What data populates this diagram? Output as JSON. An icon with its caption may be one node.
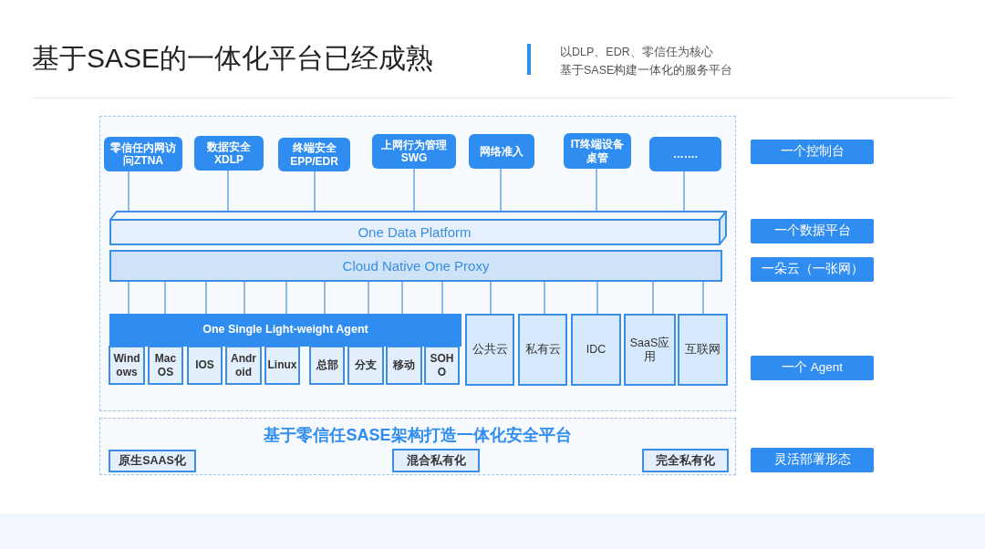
{
  "diagram": {
    "title": "基于SASE的一体化平台已经成熟",
    "nodes": [
      {
        "text": [],
        "shape": "box"
      },
      {
        "text": [
          "零信任内网访问ZTNA"
        ],
        "in": 0
      },
      {
        "text": [
          "数据安全 XDLP"
        ],
        "in": 0
      },
      {
        "text": [
          "终端安全 EPP/EDR"
        ],
        "in": 0
      },
      {
        "text": [
          "上网行为管理 SWG"
        ],
        "in": 0
      },
      {
        "text": [
          "网络准入"
        ],
        "in": 0
      },
      {
        "text": [
          "IT终端设备桌管"
        ],
        "in": 0
      },
      {
        "text": [
          "……."
        ],
        "in": 0
      },
      {
        "text": [
          "One Data Platform"
        ],
        "in": 0
      },
      {
        "text": [
          "Cloud Native One Proxy"
        ],
        "in": 0
      },
      {
        "text": [
          "One Single Light-weight Agent"
        ],
        "in": 0
      },
      {
        "text": [
          "Windows"
        ],
        "in": 10
      },
      {
        "text": [
          "Mac OS"
        ],
        "in": 10
      },
      {
        "text": [
          "IOS"
        ],
        "in": 10
      },
      {
        "text": [
          "Android"
        ],
        "in": 10
      },
      {
        "text": [
          "Linux"
        ],
        "in": 10
      },
      {
        "text": [
          "总部"
        ],
        "in": 10
      },
      {
        "text": [
          "分支"
        ],
        "in": 10
      },
      {
        "text": [
          "移动"
        ],
        "in": 10
      },
      {
        "text": [
          "SOHO"
        ],
        "in": 10
      },
      {
        "text": [
          "公共云"
        ],
        "in": 0
      },
      {
        "text": [
          "私有云"
        ],
        "in": 0
      },
      {
        "text": [
          "IDC"
        ],
        "in": 0
      },
      {
        "text": [
          "SaaS应用"
        ],
        "in": 0
      },
      {
        "text": [
          "互联网"
        ],
        "in": 0
      },
      {
        "text": [
          "基于零信任SASE架构打造一体化安全平台"
        ]
      },
      {
        "text": [
          "原生SAAS化"
        ],
        "in": 25
      },
      {
        "text": [
          "混合私有化"
        ],
        "in": 25
      },
      {
        "text": [
          "完全私有化"
        ],
        "in": 25
      },
      {
        "text": [
          "一个控制台"
        ]
      },
      {
        "text": [
          "一个数据平台"
        ]
      },
      {
        "text": [
          "一朵云（一张网）"
        ]
      },
      {
        "text": [
          "一个 Agent"
        ]
      },
      {
        "text": [
          "灵活部署形态"
        ]
      }
    ],
    "edges": [
      {
        "from": 1,
        "to": 8,
        "arrow": "none"
      },
      {
        "from": 2,
        "to": 8,
        "arrow": "none"
      },
      {
        "from": 3,
        "to": 8,
        "arrow": "none"
      },
      {
        "from": 4,
        "to": 8,
        "arrow": "none"
      },
      {
        "from": 5,
        "to": 8,
        "arrow": "none"
      },
      {
        "from": 6,
        "to": 8,
        "arrow": "none"
      },
      {
        "from": 7,
        "to": 8,
        "arrow": "none"
      },
      {
        "from": 9,
        "to": 10,
        "arrow": "none"
      },
      {
        "from": 9,
        "to": 10,
        "arrow": "none"
      },
      {
        "from": 9,
        "to": 10,
        "arrow": "none"
      },
      {
        "from": 9,
        "to": 10,
        "arrow": "none"
      },
      {
        "from": 9,
        "to": 10,
        "arrow": "none"
      },
      {
        "from": 9,
        "to": 10,
        "arrow": "none"
      },
      {
        "from": 9,
        "to": 10,
        "arrow": "none"
      },
      {
        "from": 9,
        "to": 10,
        "arrow": "none"
      },
      {
        "from": 9,
        "to": 10,
        "arrow": "none"
      },
      {
        "from": 9,
        "to": 20,
        "arrow": "none"
      },
      {
        "from": 9,
        "to": 21,
        "arrow": "none"
      },
      {
        "from": 9,
        "to": 22,
        "arrow": "none"
      },
      {
        "from": 9,
        "to": 23,
        "arrow": "none"
      },
      {
        "from": 9,
        "to": 24,
        "arrow": "none"
      }
    ],
    "labels": [
      "以DLP、EDR、零信任为核心",
      "基于SASE构建一体化的服务平台"
    ]
  }
}
